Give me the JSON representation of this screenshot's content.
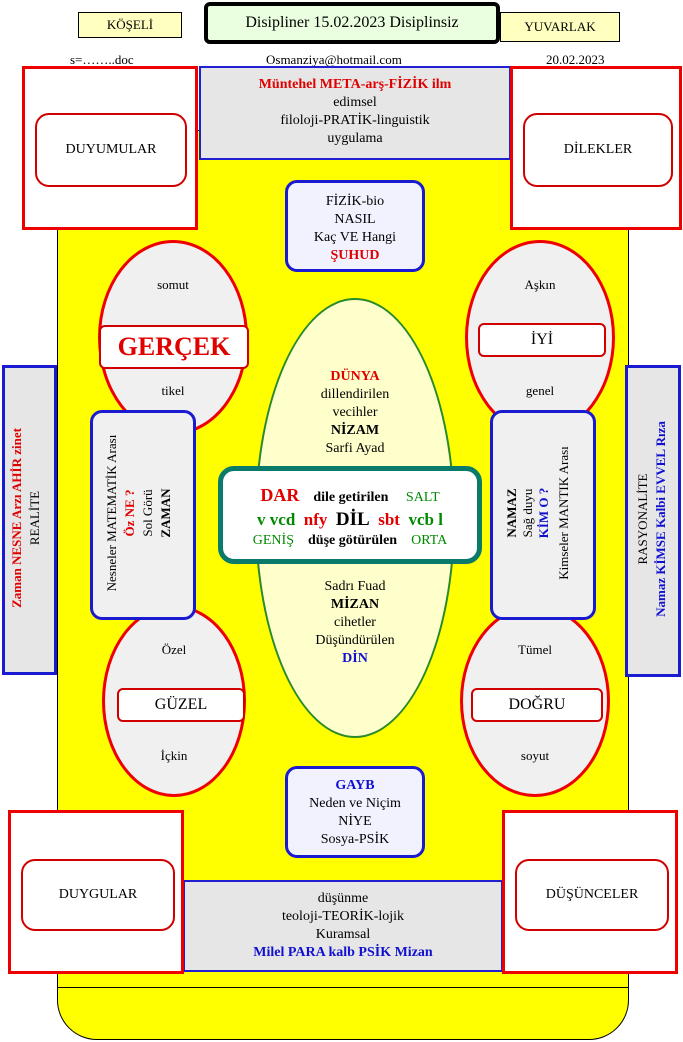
{
  "header": {
    "left_banner": "KÖŞELİ",
    "title": "Disipliner 15.02.2023 Disiplinsiz",
    "right_banner": "YUVARLAK",
    "file": "s=……..doc",
    "email": "Osmanziya@hotmail.com",
    "date": "20.02.2023"
  },
  "top_band": {
    "line1": "Müntehel META-arş-FİZİK ilm",
    "line2": "edimsel",
    "line3": "filoloji-PRATİK-linguistik",
    "line4": "uygulama"
  },
  "bottom_band": {
    "line1": "düşünme",
    "line2": "teoloji-TEORİK-lojik",
    "line3": "Kuramsal",
    "line4": "Milel PARA kalb PSİK Mizan"
  },
  "corners": {
    "top_left": "DUYUMULAR",
    "top_right": "DİLEKLER",
    "bottom_left": "DUYGULAR",
    "bottom_right": "DÜŞÜNCELER"
  },
  "top_box": {
    "l1": "FİZİK-bio",
    "l2": "NASIL",
    "l3": "Kaç VE Hangi",
    "l4": "ŞUHUD"
  },
  "bottom_box": {
    "l1": "GAYB",
    "l2": "Neden ve Niçim",
    "l3": "NİYE",
    "l4": "Sosya-PSİK"
  },
  "ellipse_tl": {
    "top": "somut",
    "label": "GERÇEK",
    "bottom": "tikel"
  },
  "ellipse_tr": {
    "top": "Aşkın",
    "label": "İYİ",
    "bottom": "genel"
  },
  "ellipse_bl": {
    "top": "Özel",
    "label": "GÜZEL",
    "bottom": "İçkin"
  },
  "ellipse_br": {
    "top": "Tümel",
    "label": "DOĞRU",
    "bottom": "soyut"
  },
  "center_top": {
    "l1": "DÜNYA",
    "l2": "dillendirilen",
    "l3": "vecihler",
    "l4": "NİZAM",
    "l5": "Sarfi Ayad"
  },
  "center_bottom": {
    "l1": "Sadrı Fuad",
    "l2": "MİZAN",
    "l3": "cihetler",
    "l4": "Düşündürülen",
    "l5": "DİN"
  },
  "center_bar": {
    "r1a": "DAR",
    "r1b": "dile getirilen",
    "r1c": "SALT",
    "r2a": "v vcd",
    "r2b": "nfy",
    "r2c": "DİL",
    "r2d": "sbt",
    "r2e": "vcb l",
    "r3a": "GENİŞ",
    "r3b": "düşe götürülen",
    "r3c": "ORTA"
  },
  "left_side": {
    "c1": "Nesneler MATEMATİK Arası",
    "c2": "Öz NE ?",
    "c3": "Sol  Görü",
    "c4": "ZAMAN"
  },
  "right_side": {
    "c1": "NAMAZ",
    "c2": "Sağ duyu",
    "c3": "KİM O ?",
    "c4": "Kimseler MANTIK Arası"
  },
  "left_edge": {
    "c1": "Zaman NESNE Arzı AHİR  zinet",
    "c2": "REALİTE"
  },
  "right_edge": {
    "c1": "RASYONALİTE",
    "c2": "Namaz KİMSE  Kalbi EVVEL Rıza"
  }
}
